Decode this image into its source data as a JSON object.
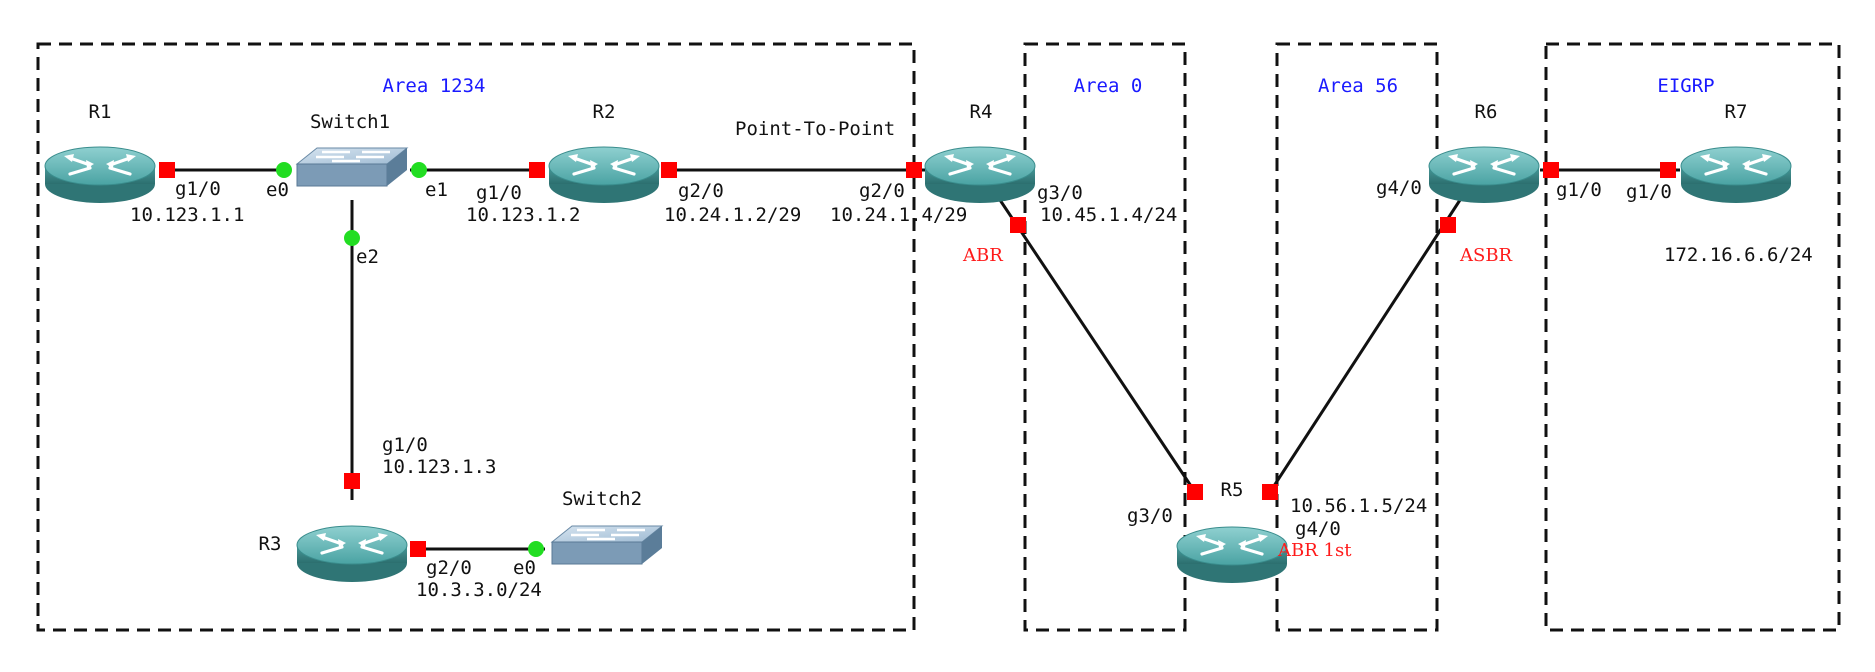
{
  "colors": {
    "area_label": "#1a1aff",
    "role_label": "#ff1a1a",
    "port_router": "#ff0000",
    "port_switch": "#22dd22",
    "link": "#111111",
    "zone_border": "#111111",
    "router_body": "#3f8f8f",
    "switch_body": "#7fa6c4"
  },
  "areas": [
    {
      "label": "Area 1234"
    },
    {
      "label": "Area 0"
    },
    {
      "label": "Area 56"
    },
    {
      "label": "EIGRP"
    }
  ],
  "routers": [
    {
      "name": "R1",
      "icon": "router-icon"
    },
    {
      "name": "R2",
      "icon": "router-icon"
    },
    {
      "name": "R3",
      "icon": "router-icon"
    },
    {
      "name": "R4",
      "icon": "router-icon"
    },
    {
      "name": "R5",
      "icon": "router-icon"
    },
    {
      "name": "R6",
      "icon": "router-icon"
    },
    {
      "name": "R7",
      "icon": "router-icon"
    }
  ],
  "switches": [
    {
      "name": "Switch1",
      "icon": "switch-icon"
    },
    {
      "name": "Switch2",
      "icon": "switch-icon"
    }
  ],
  "interfaces": {
    "r1_g1": "g1/0",
    "r1_ip": "10.123.1.1",
    "sw1_e0": "e0",
    "sw1_e1": "e1",
    "sw1_e2": "e2",
    "r2_g1": "g1/0",
    "r2_ip1": "10.123.1.2",
    "r2_g2": "g2/0",
    "r2_ip2": "10.24.1.2/29",
    "r3_g1": "g1/0",
    "r3_ip1": "10.123.1.3",
    "r3_g2": "g2/0",
    "r3_net": "10.3.3.0/24",
    "sw2_e0": "e0",
    "r4_g2": "g2/0",
    "r4_ip2": "10.24.1.4/29",
    "r4_g3": "g3/0",
    "r4_ip3": "10.45.1.4/24",
    "r5_g3": "g3/0",
    "r5_g4": "g4/0",
    "r5_ip": "10.56.1.5/24",
    "r6_g4": "g4/0",
    "r6_g1": "g1/0",
    "r7_g1": "g1/0",
    "r7_ip": "172.16.6.6/24"
  },
  "link_labels": {
    "r2_r4": "Point-To-Point"
  },
  "roles": {
    "r4": "ABR",
    "r5": "ABR 1st",
    "r6": "ASBR"
  }
}
